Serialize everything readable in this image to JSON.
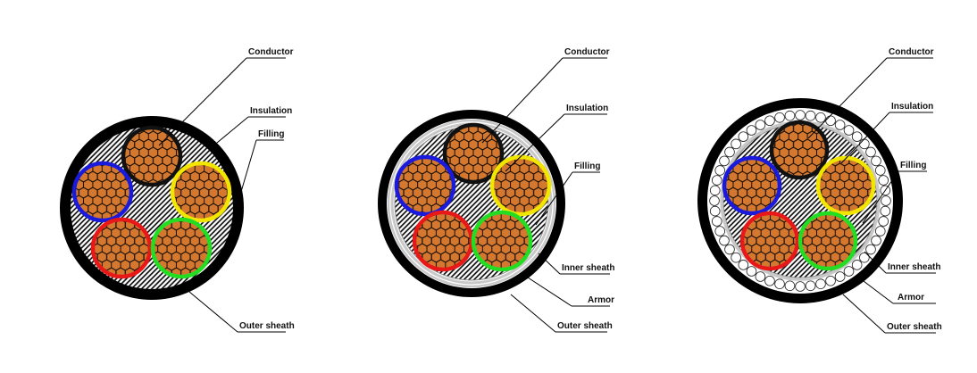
{
  "diagrams": [
    {
      "name": "cable-unarmored",
      "labels": [
        "Conductor",
        "Insulation",
        "Filling",
        "Outer sheath"
      ]
    },
    {
      "name": "cable-tape-armored",
      "labels": [
        "Conductor",
        "Insulation",
        "Filling",
        "Inner sheath",
        "Armor",
        "Outer sheath"
      ]
    },
    {
      "name": "cable-wire-armored",
      "labels": [
        "Conductor",
        "Insulation",
        "Filling",
        "Inner sheath",
        "Armor",
        "Outer sheath"
      ]
    }
  ],
  "colors": {
    "copper": "#d4782f",
    "core_black": "#111111",
    "core_blue": "#1a1adc",
    "core_yellow": "#f2e600",
    "core_red": "#e81818",
    "core_green": "#22dd22",
    "sheath": "#000000",
    "armor": "#c8c8c8"
  }
}
